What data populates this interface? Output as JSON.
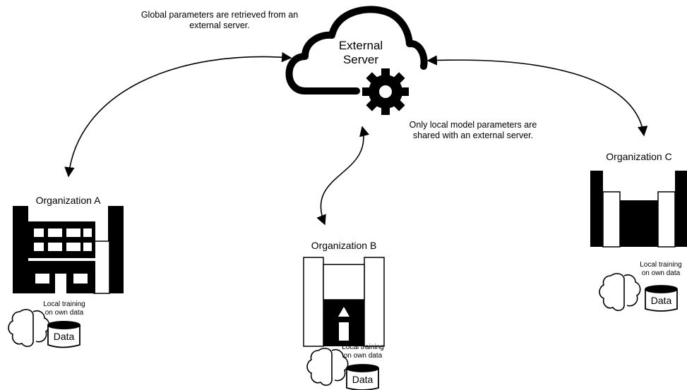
{
  "server": {
    "label_line1": "External",
    "label_line2": "Server"
  },
  "notes": {
    "retrieve": "Global parameters are retrieved from an external server.",
    "share": "Only local model parameters are shared with an external server."
  },
  "organizations": [
    {
      "name": "Organization A",
      "training": "Local training on own data",
      "data_label": "Data"
    },
    {
      "name": "Organization B",
      "training": "Local training on own data",
      "data_label": "Data"
    },
    {
      "name": "Organization C",
      "training": "Local training on own data",
      "data_label": "Data"
    }
  ],
  "icons": [
    "cloud-icon",
    "gear-icon",
    "building-icon",
    "brain-circuit-icon",
    "database-icon"
  ],
  "colors": {
    "stroke": "#000000",
    "background": "#ffffff"
  }
}
